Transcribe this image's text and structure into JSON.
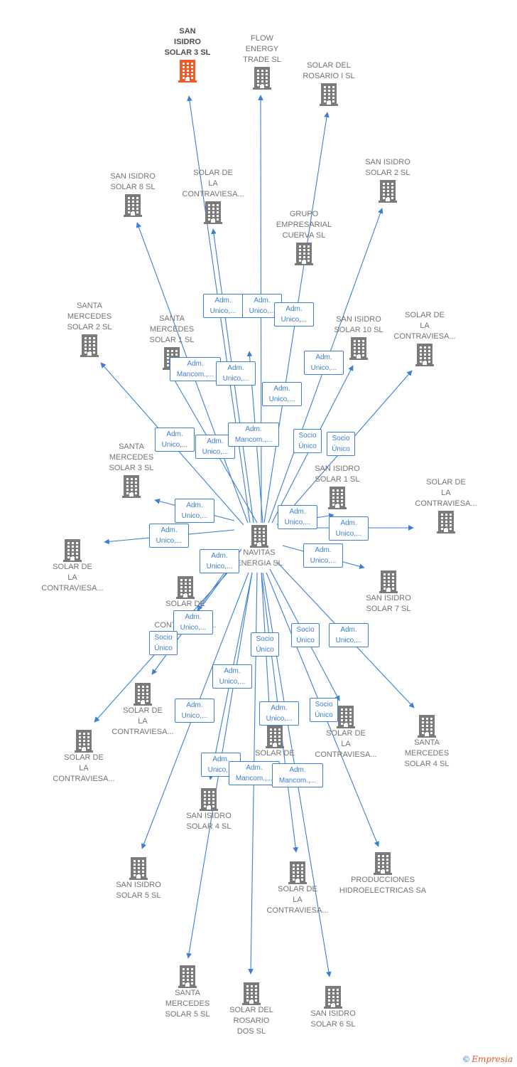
{
  "colors": {
    "edge": "#3a7fd5",
    "node_icon": "#7a7a7a",
    "focus_icon": "#f05a2a",
    "label": "#737373"
  },
  "center": {
    "id": "navitas",
    "name": "NAVITAS\nENERGIA SL"
  },
  "nodes": [
    {
      "id": "sis3",
      "name": "SAN\nISIDRO\nSOLAR 3  SL",
      "highlight": true
    },
    {
      "id": "flow",
      "name": "FLOW\nENERGY\nTRADE  SL"
    },
    {
      "id": "sdr1",
      "name": "SOLAR DEL\nROSARIO I  SL"
    },
    {
      "id": "sis8",
      "name": "SAN ISIDRO\nSOLAR 8  SL"
    },
    {
      "id": "sdlc1",
      "name": "SOLAR DE\nLA\nCONTRAVIESA..."
    },
    {
      "id": "sis2",
      "name": "SAN ISIDRO\nSOLAR 2  SL"
    },
    {
      "id": "gec",
      "name": "GRUPO\nEMPRESARIAL\nCUERVA SL"
    },
    {
      "id": "sms2",
      "name": "SANTA\nMERCEDES\nSOLAR 2  SL"
    },
    {
      "id": "sms1",
      "name": "SANTA\nMERCEDES\nSOLAR 1  SL"
    },
    {
      "id": "sis10",
      "name": "SAN ISIDRO\nSOLAR 10  SL"
    },
    {
      "id": "sdlc2",
      "name": "SOLAR DE\nLA\nCONTRAVIESA..."
    },
    {
      "id": "sms3",
      "name": "SANTA\nMERCEDES\nSOLAR 3  SL"
    },
    {
      "id": "sis1",
      "name": "SAN ISIDRO\nSOLAR 1  SL"
    },
    {
      "id": "sdlc3",
      "name": "SOLAR DE\nLA\nCONTRAVIESA..."
    },
    {
      "id": "sdlc4",
      "name": "SOLAR DE\nLA\nCONTRAVIESA..."
    },
    {
      "id": "sdlc5",
      "name": "SOLAR DE\nLA\nCONTRAVIESA..."
    },
    {
      "id": "sis7",
      "name": "SAN ISIDRO\nSOLAR 7  SL"
    },
    {
      "id": "sdlc6",
      "name": "SOLAR DE\nLA\nCONTRAVIESA..."
    },
    {
      "id": "sdlc7",
      "name": "SOLAR DE\nLA\nCONTRAVIESA..."
    },
    {
      "id": "sdlc8",
      "name": "SOLAR DE\nLA\nCONTRAVIESA..."
    },
    {
      "id": "sms4",
      "name": "SANTA\nMERCEDES\nSOLAR 4  SL"
    },
    {
      "id": "sdlc9",
      "name": "SOLAR DE\nLA\nCONTRAVIESA..."
    },
    {
      "id": "sis4",
      "name": "SAN ISIDRO\nSOLAR 4  SL"
    },
    {
      "id": "sis5",
      "name": "SAN ISIDRO\nSOLAR 5  SL"
    },
    {
      "id": "sdlc10",
      "name": "SOLAR DE\nLA\nCONTRAVIESA..."
    },
    {
      "id": "phe",
      "name": "PRODUCCIONES\nHIDROELECTRICAS SA"
    },
    {
      "id": "sms5",
      "name": "SANTA\nMERCEDES\nSOLAR 5  SL"
    },
    {
      "id": "sdrd",
      "name": "SOLAR DEL\nROSARIO\nDOS  SL"
    },
    {
      "id": "sis6",
      "name": "SAN ISIDRO\nSOLAR 6  SL"
    }
  ],
  "badges": [
    "Adm.\nUnico,...",
    "Adm.\nUnico,...",
    "Adm.\nUnico,...",
    "Adm.\nMancom.,...",
    "Adm.\nUnico,...",
    "Adm.\nUnico,...",
    "Adm.\nUnico,...",
    "Adm.\nUnico,...",
    "Adm.\nUnico,...",
    "Adm.\nMancom.,...",
    "Socio\nÚnico",
    "Socio\nÚnico",
    "Adm.\nUnico,...",
    "Adm.\nUnico,...",
    "Adm.\nUnico,...",
    "Adm.\nUnico,...",
    "Adm.\nUnico,...",
    "Adm.\nUnico,...",
    "Adm.\nUnico,...",
    "Socio\nÚnico",
    "Socio\nÚnico",
    "Socio\nÚnico",
    "Adm.\nUnico,...",
    "Adm.\nUnico,...",
    "Adm.\nUnico,...",
    "Socio\nÚnico",
    "Adm.\nUnico,...",
    "Adm.\nUnico,...",
    "Adm.\nMancom.,...",
    "Adm.\nMancom.,..."
  ],
  "footer": {
    "copyright": "©",
    "brand": "Empresia"
  }
}
